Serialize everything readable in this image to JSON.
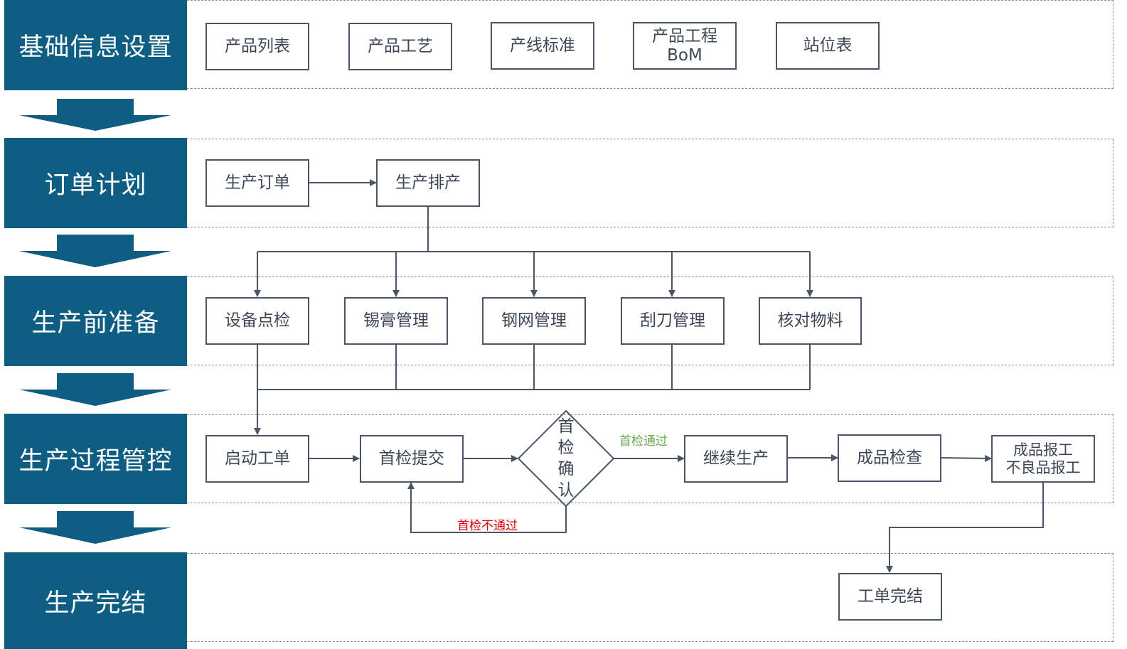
{
  "colors": {
    "stage_fill": "#0d5e82",
    "node_border": "#4a5566",
    "pass_label": "#6aa84f",
    "fail_label": "#e00000"
  },
  "stages": [
    {
      "label": "基础信息设置"
    },
    {
      "label": "订单计划"
    },
    {
      "label": "生产前准备"
    },
    {
      "label": "生产过程管控"
    },
    {
      "label": "生产完结"
    }
  ],
  "basic_info": [
    "产品列表",
    "产品工艺",
    "产线标准",
    "产品工程\nBoM",
    "站位表"
  ],
  "order_plan": [
    "生产订单",
    "生产排产"
  ],
  "preparation": [
    "设备点检",
    "锡膏管理",
    "钢网管理",
    "刮刀管理",
    "核对物料"
  ],
  "process": {
    "start_order": "启动工单",
    "first_submit": "首检提交",
    "decision": [
      "首",
      "检",
      "确",
      "认"
    ],
    "continue": "继续生产",
    "final_check": "成品检查",
    "report": "成品报工\n不良品报工"
  },
  "completion": {
    "finish": "工单完结"
  },
  "edge_labels": {
    "pass": "首检通过",
    "fail": "首检不通过"
  }
}
